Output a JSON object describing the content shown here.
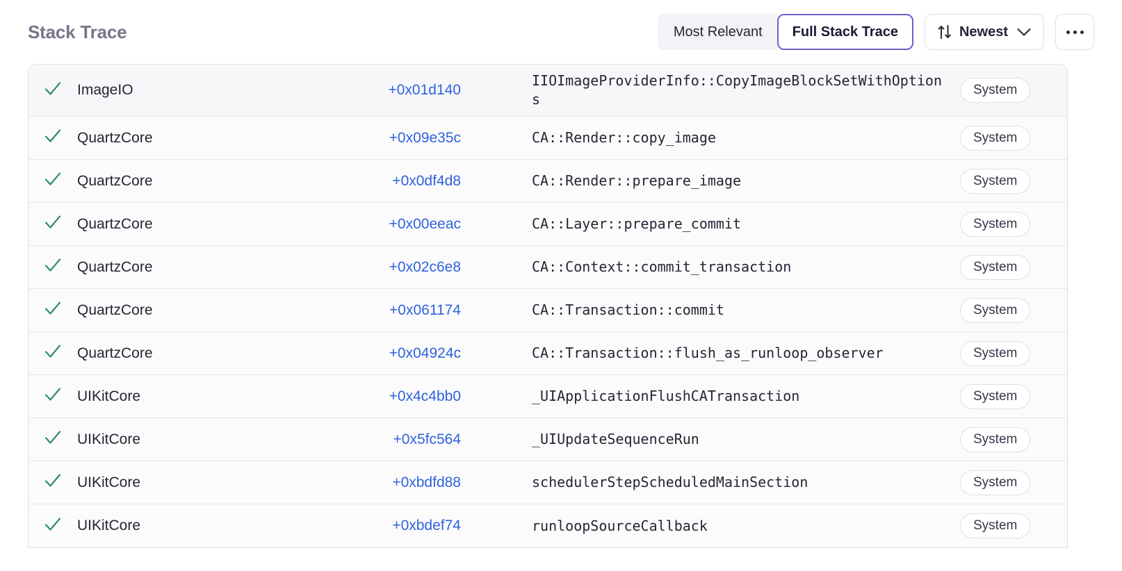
{
  "header": {
    "title": "Stack Trace",
    "segmented": {
      "options": [
        {
          "label": "Most Relevant",
          "active": false
        },
        {
          "label": "Full Stack Trace",
          "active": true
        }
      ]
    },
    "sort": {
      "icon": "sort-arrows-icon",
      "label": "Newest",
      "chevron": "chevron-down-icon"
    },
    "more": {
      "icon": "ellipsis-icon",
      "label": "..."
    }
  },
  "colors": {
    "accent_purple": "#6c5fc7",
    "link_blue": "#2f62dd",
    "check_green": "#2f8a6b",
    "title_gray": "#7a7489",
    "row_bg": "#fbfbfc",
    "row_bg_highlight": "#f7f7f9",
    "border": "#e0dee6"
  },
  "frames": [
    {
      "status_icon": "checkmark-icon",
      "package": "ImageIO",
      "offset": "+0x01d140",
      "function": "IIOImageProviderInfo::CopyImageBlockSetWithOptions",
      "badge": "System",
      "highlight": true
    },
    {
      "status_icon": "checkmark-icon",
      "package": "QuartzCore",
      "offset": "+0x09e35c",
      "function": "CA::Render::copy_image",
      "badge": "System",
      "highlight": false
    },
    {
      "status_icon": "checkmark-icon",
      "package": "QuartzCore",
      "offset": "+0x0df4d8",
      "function": "CA::Render::prepare_image",
      "badge": "System",
      "highlight": false
    },
    {
      "status_icon": "checkmark-icon",
      "package": "QuartzCore",
      "offset": "+0x00eeac",
      "function": "CA::Layer::prepare_commit",
      "badge": "System",
      "highlight": false
    },
    {
      "status_icon": "checkmark-icon",
      "package": "QuartzCore",
      "offset": "+0x02c6e8",
      "function": "CA::Context::commit_transaction",
      "badge": "System",
      "highlight": false
    },
    {
      "status_icon": "checkmark-icon",
      "package": "QuartzCore",
      "offset": "+0x061174",
      "function": "CA::Transaction::commit",
      "badge": "System",
      "highlight": false
    },
    {
      "status_icon": "checkmark-icon",
      "package": "QuartzCore",
      "offset": "+0x04924c",
      "function": "CA::Transaction::flush_as_runloop_observer",
      "badge": "System",
      "highlight": false
    },
    {
      "status_icon": "checkmark-icon",
      "package": "UIKitCore",
      "offset": "+0x4c4bb0",
      "function": "_UIApplicationFlushCATransaction",
      "badge": "System",
      "highlight": false
    },
    {
      "status_icon": "checkmark-icon",
      "package": "UIKitCore",
      "offset": "+0x5fc564",
      "function": "_UIUpdateSequenceRun",
      "badge": "System",
      "highlight": false
    },
    {
      "status_icon": "checkmark-icon",
      "package": "UIKitCore",
      "offset": "+0xbdfd88",
      "function": "schedulerStepScheduledMainSection",
      "badge": "System",
      "highlight": false
    },
    {
      "status_icon": "checkmark-icon",
      "package": "UIKitCore",
      "offset": "+0xbdef74",
      "function": "runloopSourceCallback",
      "badge": "System",
      "highlight": false
    }
  ]
}
